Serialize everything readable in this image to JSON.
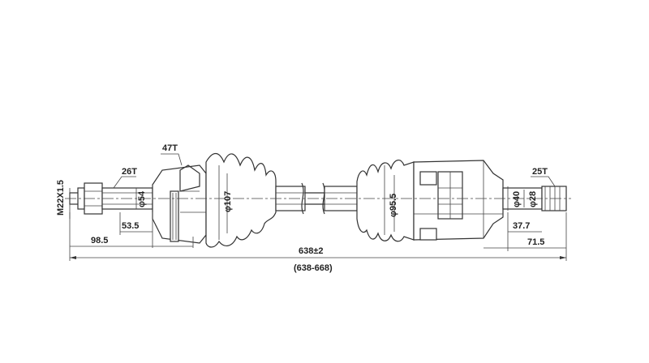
{
  "labels": {
    "thread": "M22X1.5",
    "spline_left": "26T",
    "spline_joint": "47T",
    "spline_right": "25T",
    "dia_54": "φ54",
    "dia_107": "φ107",
    "dia_95": "φ95.5",
    "dia_40": "φ40",
    "dia_28": "φ28",
    "dim_53": "53.5",
    "dim_98": "98.5",
    "dim_37": "37.7",
    "dim_71": "71.5",
    "length_main": "638±2",
    "length_range": "(638-668)"
  }
}
